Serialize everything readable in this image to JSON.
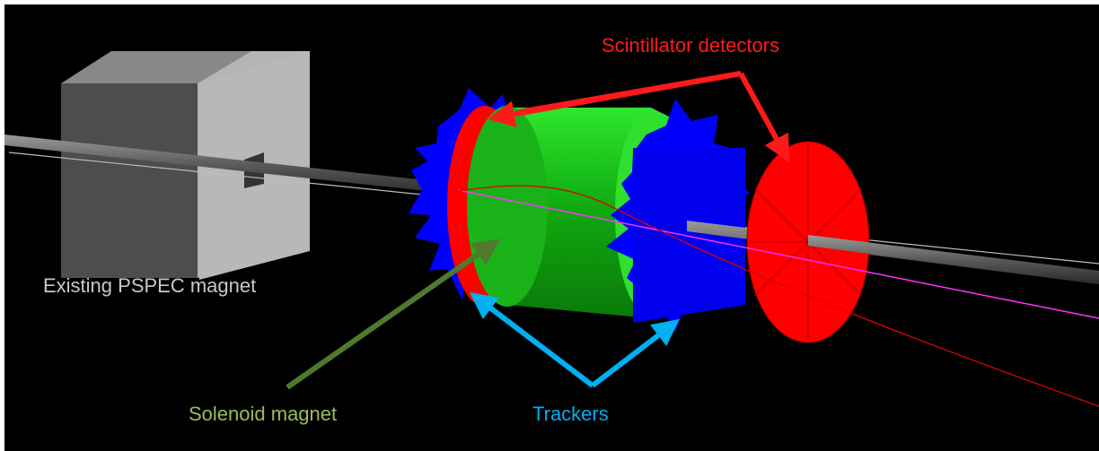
{
  "labels": {
    "pspec": "Existing PSPEC magnet",
    "scintillator": "Scintillator detectors",
    "solenoid": "Solenoid magnet",
    "trackers": "Trackers"
  },
  "colors": {
    "background": "#000000",
    "pspec_label": "#c8c8c8",
    "scintillator": "#ff1a1a",
    "solenoid_label": "#9bbb59",
    "trackers_label": "#00b0f0",
    "tracker_body": "#0000ff",
    "solenoid_body": "#1fcc1f",
    "trajectory_magenta": "#ff33ff",
    "trajectory_red": "#cc0000"
  }
}
